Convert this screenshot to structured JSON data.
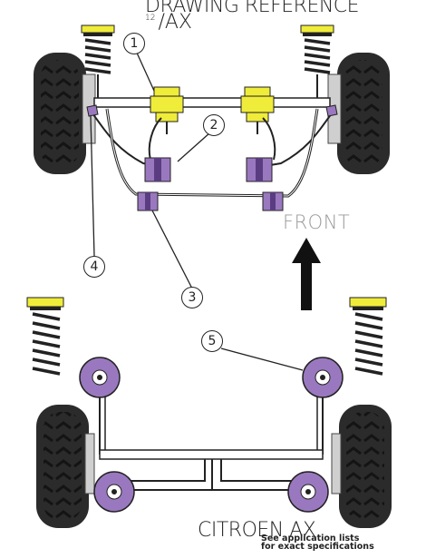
{
  "header": {
    "title": "DRAWING REFERENCE",
    "subtitle_prefix": "12",
    "subtitle": "/AX"
  },
  "direction_label": "FRONT",
  "model_label": "CITROEN AX",
  "note_line1": "See application lists",
  "note_line2": "for exact specifications",
  "callouts": {
    "c1": "1",
    "c2": "2",
    "c3": "3",
    "c4": "4",
    "c5": "5"
  },
  "colors": {
    "bush_purple": "#9a78bf",
    "bush_dark": "#5a3d80",
    "spring_yellow": "#f0ec3a",
    "tyre": "#2a2a2a",
    "hub": "#c9c9c9"
  }
}
